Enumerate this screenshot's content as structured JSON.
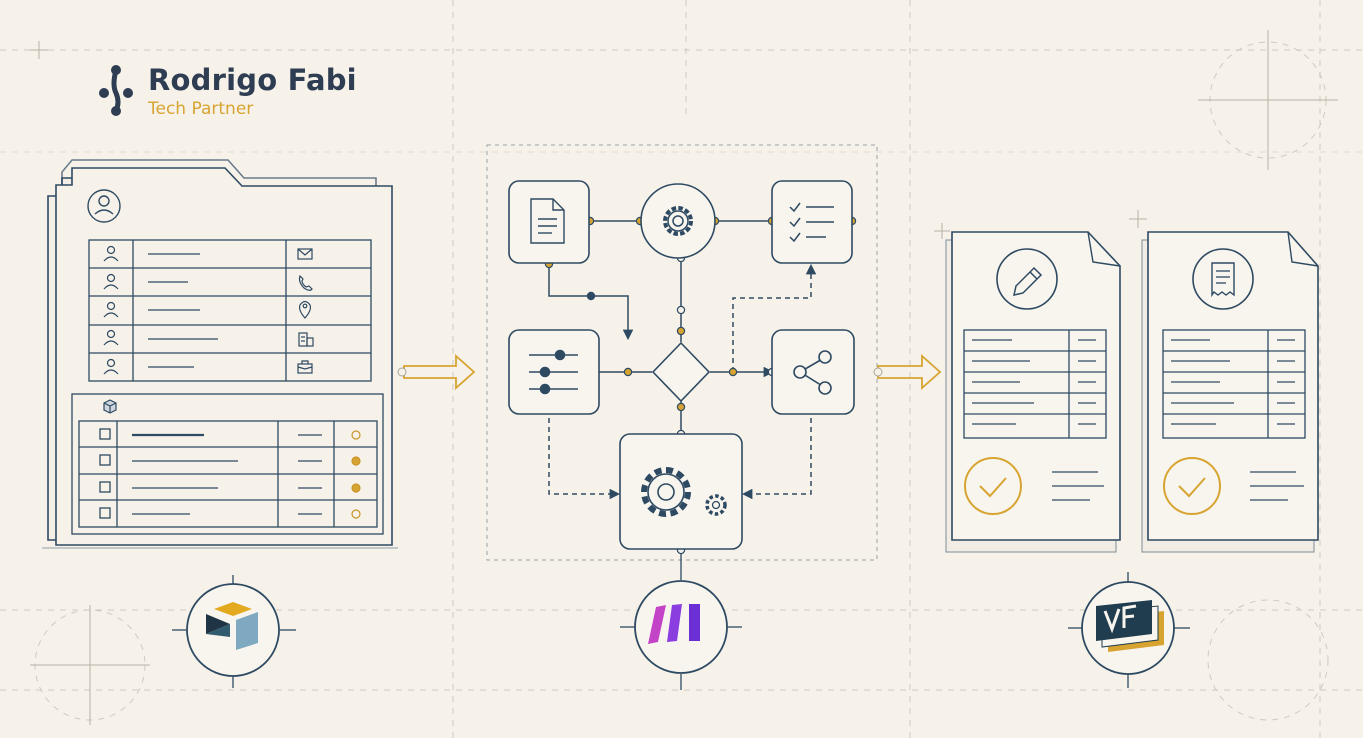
{
  "brand": {
    "name": "Rodrigo Fabi",
    "tagline": "Tech Partner",
    "logo_icon": "molecule-logo-icon"
  },
  "colors": {
    "background": "#f6f2ea",
    "ink": "#2e4a62",
    "accent": "#d8a431",
    "grid": "#c9c4bb"
  },
  "stages": [
    {
      "id": "data-source",
      "icon": "database-folder-icon",
      "contact_fields": [
        "mail-icon",
        "phone-icon",
        "location-pin-icon",
        "building-icon",
        "briefcase-icon"
      ],
      "record_rows": 4,
      "tool_logo": "airtable-logo-icon"
    },
    {
      "id": "automation",
      "nodes": [
        "document-icon",
        "gear-icon",
        "checklist-icon",
        "sliders-icon",
        "decision-diamond-icon",
        "share-icon",
        "gears-icon"
      ],
      "tool_logo": "make-logo-icon"
    },
    {
      "id": "generated-documents",
      "documents": [
        "pencil-icon",
        "receipt-icon"
      ],
      "status": "check-icon",
      "tool_logo": "vf-logo-icon"
    }
  ],
  "flow_arrows": [
    "arrow-to-automation",
    "arrow-to-documents"
  ]
}
